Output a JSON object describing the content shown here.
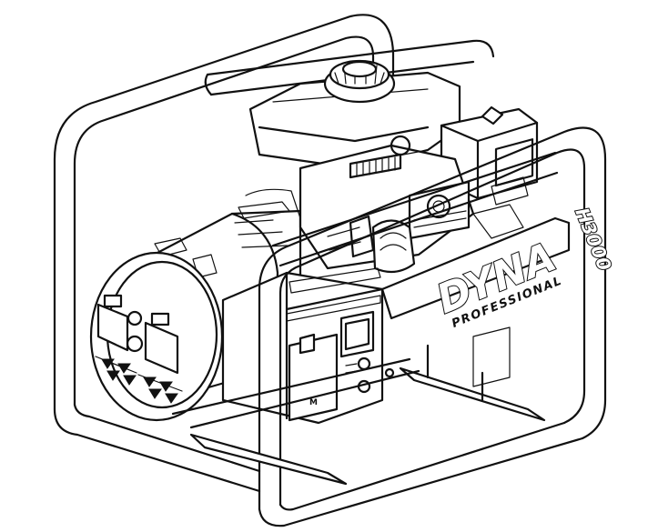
{
  "illustration": {
    "brand_name": "DYNA",
    "brand_tagline": "PROFESSIONAL",
    "model": "H3000",
    "breaker_label": "M"
  },
  "colors": {
    "line": "#111111",
    "background": "#ffffff"
  }
}
